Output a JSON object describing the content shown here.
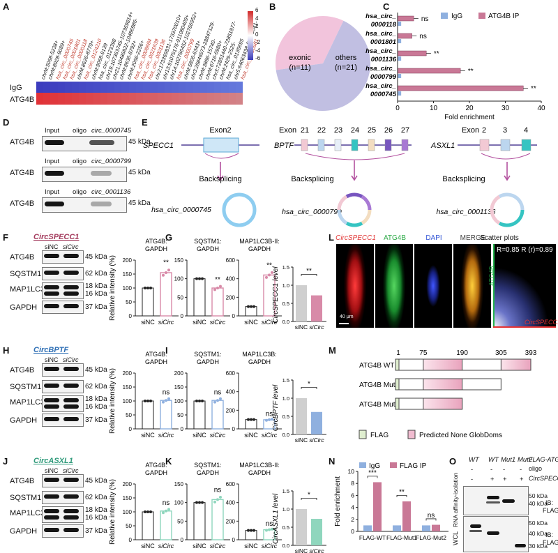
{
  "labels": {
    "A": "A",
    "B": "B",
    "C": "C",
    "D": "D",
    "E": "E",
    "F": "F",
    "G": "G",
    "H": "H",
    "I": "I",
    "J": "J",
    "K": "K",
    "L": "L",
    "M": "M",
    "N": "N",
    "O": "O"
  },
  "heatmap": {
    "rows": [
      "IgG",
      "ATG4B"
    ],
    "colorbar": [
      "6",
      "4",
      "2",
      "0",
      "-2",
      "-4",
      "-6"
    ],
    "columns": [
      {
        "t": "chrM:5068-5238+",
        "red": false
      },
      {
        "t": "chrM:8928-9089+",
        "red": false
      },
      {
        "t": "hsa_circ_0000745",
        "red": true
      },
      {
        "t": "hsa_circ_0001801",
        "red": true
      },
      {
        "t": "hsa_circ_0000118",
        "red": true
      },
      {
        "t": "chrM:8626-8779+",
        "red": false
      },
      {
        "t": "hsa_circ_0124210",
        "red": true
      },
      {
        "t": "chrM:9068-9139",
        "red": false
      },
      {
        "t": "hsa_circ_0123398",
        "red": false
      },
      {
        "t": "chr19:107363745-107369814+",
        "red": false
      },
      {
        "t": "chr21:10486822-10486986-",
        "red": false
      },
      {
        "t": "chrM:8636-8792+",
        "red": false
      },
      {
        "t": "chrM:2066-2256+",
        "red": false
      },
      {
        "t": "hsa_circ_0008684",
        "red": true
      },
      {
        "t": "hsa_circ_0021639",
        "red": true
      },
      {
        "t": "hsa_circ_0001136",
        "red": true
      },
      {
        "t": "chr2:173369831-173370010+",
        "red": false
      },
      {
        "t": "chr13:91079176-911080409+",
        "red": false
      },
      {
        "t": "chr14:102766452-102766952+",
        "red": false
      },
      {
        "t": "hsa_circ_0000799",
        "red": true
      },
      {
        "t": "chrM:5806-6343+",
        "red": false
      },
      {
        "t": "chr3:28846973-28847129-",
        "red": false
      },
      {
        "t": "chrM:3886-15740-",
        "red": false
      },
      {
        "t": "chrM:6716-6980+",
        "red": false
      },
      {
        "t": "chr3:72851440-72851877-",
        "red": false
      },
      {
        "t": "chrM:2429-2525-",
        "red": false
      },
      {
        "t": "hsa_circ_0135695",
        "red": false
      },
      {
        "t": "chr5:64063438-64063641-",
        "red": false
      },
      {
        "t": "hsa_circ_0000581",
        "red": true
      }
    ]
  },
  "pie": {
    "slices": [
      {
        "label": "exonic",
        "n": "(n=11)",
        "value": 11,
        "color": "#f2c4dc"
      },
      {
        "label": "others",
        "n": "(n=21)",
        "value": 21,
        "color": "#c1bfe2"
      }
    ]
  },
  "panelC": {
    "legend": [
      "IgG",
      "ATG4B IP"
    ],
    "xlabel": "Fold enrichment",
    "ticks": [
      "0",
      "10",
      "20",
      "30",
      "40"
    ],
    "rows": [
      {
        "l1": "hsa_circ_",
        "l2": "0000118",
        "igg": 1.0,
        "ip": 4.5,
        "sig": "ns"
      },
      {
        "l1": "hsa_circ_",
        "l2": "0001801",
        "igg": 1.0,
        "ip": 4.0,
        "sig": "ns"
      },
      {
        "l1": "hsa_circ_",
        "l2": "0001136",
        "igg": 1.0,
        "ip": 8.0,
        "sig": "**"
      },
      {
        "l1": "hsa_circ_",
        "l2": "0000799",
        "igg": 1.0,
        "ip": 17.5,
        "sig": "**"
      },
      {
        "l1": "hsa_circ_",
        "l2": "0000745",
        "igg": 1.0,
        "ip": 35.0,
        "sig": "**"
      }
    ]
  },
  "panelD": {
    "blots": [
      {
        "label": "ATG4B",
        "kda": "45 kDa",
        "cols": [
          "Input",
          "oligo",
          "circ_0000745"
        ]
      },
      {
        "label": "ATG4B",
        "kda": "45 kDa",
        "cols": [
          "Input",
          "oligo",
          "circ_0000799"
        ]
      },
      {
        "label": "ATG4B",
        "kda": "45 kDa",
        "cols": [
          "Input",
          "oligo",
          "circ_0001136"
        ]
      }
    ]
  },
  "panelE": {
    "backsplicing": "Backsplicing",
    "genes": [
      {
        "gene": "SPECC1",
        "exon": "Exon2",
        "circ": "hsa_circ_0000745"
      },
      {
        "gene": "BPTF",
        "exon": "Exon",
        "nums": [
          "21",
          "22",
          "23",
          "24",
          "25",
          "26",
          "27"
        ],
        "circ": "hsa_circ_0000799"
      },
      {
        "gene": "ASXL1",
        "exon": "Exon",
        "nums": [
          "2",
          "3",
          "4"
        ],
        "circ": "hsa_circ_0001136"
      }
    ]
  },
  "blotRows": {
    "names": [
      "ATG4B",
      "SQSTM1",
      "MAP1LC3B",
      "GAPDH"
    ],
    "kdas": [
      "45 kDa",
      "62 kDa",
      "18 kDa",
      "16 kDa",
      "37 kDa"
    ],
    "lanes": [
      "siNC",
      "siCirc"
    ]
  },
  "barPanels": [
    {
      "key": "F",
      "title": "CircSPECC1",
      "titleColor": "#a33a5c",
      "color": "#d88aa8",
      "ylabel": "Relative intensity (%)",
      "sub": [
        {
          "t1": "ATG4B:",
          "t2": "GAPDH",
          "a": 100,
          "b": 155,
          "sig": "**"
        },
        {
          "t1": "SQSTM1:",
          "t2": "GAPDH",
          "a": 100,
          "b": 75,
          "sig": "**"
        },
        {
          "t1": "MAP1LC3B-II:",
          "t2": "GAPDH",
          "a": 100,
          "b": 440,
          "sig": "**"
        }
      ],
      "ticks": [
        [
          "0",
          "50",
          "100",
          "150",
          "200"
        ],
        [
          "0",
          "50",
          "100",
          "150"
        ],
        [
          "0",
          "200",
          "400",
          "600"
        ]
      ],
      "max": [
        200,
        150,
        600
      ]
    },
    {
      "key": "H",
      "title": "CircBPTF",
      "titleColor": "#2e6fb5",
      "color": "#8fb0df",
      "ylabel": "Relative intensity (%)",
      "sub": [
        {
          "t1": "ATG4B:",
          "t2": "GAPDH",
          "a": 100,
          "b": 102,
          "sig": "ns"
        },
        {
          "t1": "SQSTM1:",
          "t2": "GAPDH",
          "a": 100,
          "b": 102,
          "sig": "ns"
        },
        {
          "t1": "MAP1LC3B:",
          "t2": "GAPDH",
          "a": 100,
          "b": 98,
          "sig": "ns"
        }
      ],
      "ticks": [
        [
          "0",
          "50",
          "100",
          "150",
          "200"
        ],
        [
          "0",
          "50",
          "100",
          "150",
          "200"
        ],
        [
          "0",
          "200",
          "400",
          "600"
        ]
      ],
      "max": [
        200,
        200,
        600
      ]
    },
    {
      "key": "J",
      "title": "CircASXL1",
      "titleColor": "#2f9a7a",
      "color": "#8fd6bd",
      "ylabel": "Relative intensity (%)",
      "sub": [
        {
          "t1": "ATG4B:",
          "t2": "GAPDH",
          "a": 100,
          "b": 103,
          "sig": "ns"
        },
        {
          "t1": "SQSTM1:",
          "t2": "GAPDH",
          "a": 100,
          "b": 108,
          "sig": "ns"
        },
        {
          "t1": "MAP1LC3B-II:",
          "t2": "GAPDH",
          "a": 100,
          "b": 108,
          "sig": "ns"
        }
      ],
      "ticks": [
        [
          "0",
          "50",
          "100",
          "150",
          "200"
        ],
        [
          "0",
          "50",
          "100",
          "150"
        ],
        [
          "0",
          "200",
          "400",
          "600"
        ]
      ],
      "max": [
        200,
        150,
        600
      ]
    }
  ],
  "levelPanels": [
    {
      "key": "G",
      "ylabel": "CircSPECC1 level",
      "a": 1.0,
      "b": 0.72,
      "color": "#d88aa8",
      "sig": "**",
      "xl": [
        "siNC",
        "siCirc"
      ],
      "ticks": [
        "0.0",
        "0.5",
        "1.0",
        "1.5"
      ]
    },
    {
      "key": "I",
      "ylabel": "CircBPTF level",
      "a": 1.0,
      "b": 0.62,
      "color": "#8fb0df",
      "sig": "*",
      "xl": [
        "siNC",
        "siCirc"
      ],
      "ticks": [
        "0.0",
        "0.5",
        "1.0",
        "1.5"
      ]
    },
    {
      "key": "K",
      "ylabel": "CircASXL1 level",
      "a": 1.0,
      "b": 0.73,
      "color": "#8fd6bd",
      "sig": "*",
      "xl": [
        "siNC",
        "siCirc"
      ],
      "ticks": [
        "0.0",
        "0.5",
        "1.0",
        "1.5"
      ]
    }
  ],
  "panelL": {
    "ch": [
      "CircSPECC1",
      "ATG4B",
      "DAPI",
      "MERGE"
    ],
    "scatter": "Scatter plots",
    "stats": "R=0.85  R (r)=0.89",
    "yax": "ATG4B",
    "xax": "CircSPECC1",
    "scale": "40 μm"
  },
  "panelM": {
    "ticks": [
      "1",
      "75",
      "190",
      "305",
      "393"
    ],
    "rows": [
      {
        "label": "ATG4B WT",
        "end": 393
      },
      {
        "label": "ATG4B Mut1",
        "end": 305
      },
      {
        "label": "ATG4B Mut2",
        "end": 190
      }
    ],
    "legend": [
      "FLAG",
      "Predicted None GlobDoms"
    ]
  },
  "panelN": {
    "legend": [
      "IgG",
      "FLAG IP"
    ],
    "ylabel": "Fold enrichment",
    "ticks": [
      "0",
      "2",
      "4",
      "6",
      "8",
      "10"
    ],
    "groups": [
      {
        "name": "FLAG-WT",
        "igg": 1.0,
        "ip": 8.2,
        "sig": "***"
      },
      {
        "name": "FLAG-Mut1",
        "igg": 1.0,
        "ip": 5.0,
        "sig": "**"
      },
      {
        "name": "FLAG-Mut2",
        "igg": 1.0,
        "ip": 1.1,
        "sig": "ns"
      }
    ]
  },
  "panelO": {
    "heads": [
      "WT",
      "WT",
      "Mut1",
      "Mut2"
    ],
    "right": [
      "FLAG-ATG4B",
      "oligo",
      "CircSPECC1"
    ],
    "signs1": [
      "-",
      "-",
      "-",
      "-"
    ],
    "signs2": [
      "-",
      "+",
      "+",
      "+"
    ],
    "side": [
      "RNA affinity-isolation",
      "WCL"
    ],
    "kdas": [
      "50 kDa",
      "40 kDa",
      "50 kDa",
      "40 kDa",
      "30 kDa"
    ],
    "ib": [
      "IB:",
      "FLAG",
      "IB:",
      "FLAG"
    ]
  }
}
